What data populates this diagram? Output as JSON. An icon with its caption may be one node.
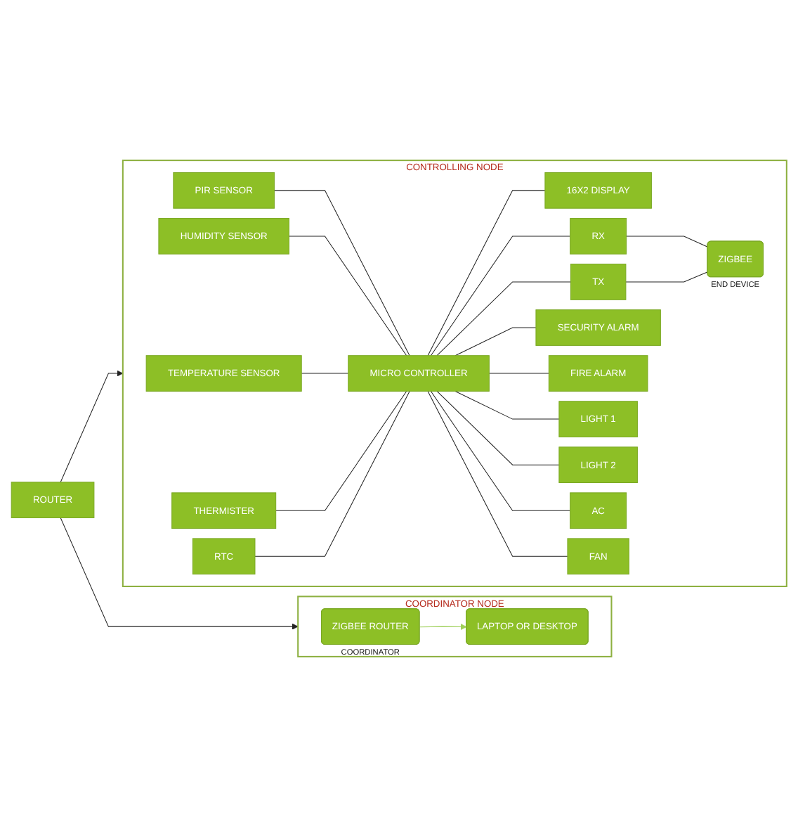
{
  "diagram": {
    "nodes": [
      {
        "text": [
          "CONTROLLING NODE"
        ]
      },
      {
        "text": [
          "PIR SENSOR"
        ],
        "in": 0
      },
      {
        "text": [
          "HUMIDITY SENSOR"
        ],
        "in": 0
      },
      {
        "text": [
          "TEMPERATURE SENSOR"
        ],
        "in": 0
      },
      {
        "text": [
          "THERMISTER"
        ],
        "in": 0
      },
      {
        "text": [
          "RTC"
        ],
        "in": 0
      },
      {
        "text": [
          "MICRO CONTROLLER"
        ],
        "in": 0
      },
      {
        "text": [
          "16X2 DISPLAY"
        ],
        "in": 0
      },
      {
        "text": [
          "RX"
        ],
        "in": 0
      },
      {
        "text": [
          "TX"
        ],
        "in": 0
      },
      {
        "text": [
          "ZIGBEE"
        ],
        "in": 0,
        "beside": [
          "END DEVICE"
        ]
      },
      {
        "text": [
          "SECURITY ALARM"
        ],
        "in": 0
      },
      {
        "text": [
          "FIRE ALARM"
        ],
        "in": 0
      },
      {
        "text": [
          "LIGHT 1"
        ],
        "in": 0
      },
      {
        "text": [
          "LIGHT 2"
        ],
        "in": 0
      },
      {
        "text": [
          "AC"
        ],
        "in": 0
      },
      {
        "text": [
          "FAN"
        ],
        "in": 0
      },
      {
        "text": [
          "COORDINATOR NODE"
        ]
      },
      {
        "text": [
          "LAPTOP OR DESKTOP"
        ],
        "in": 17
      },
      {
        "text": [
          "ZIGBEE ROUTER"
        ],
        "in": 17,
        "beside": [
          "COORDINATOR"
        ]
      },
      {
        "text": [
          "ROUTER"
        ]
      }
    ],
    "edges": [
      {
        "from": 1,
        "to": 6,
        "arrow": "none"
      },
      {
        "from": 2,
        "to": 6,
        "arrow": "none"
      },
      {
        "from": 3,
        "to": 6,
        "arrow": "none"
      },
      {
        "from": 4,
        "to": 6,
        "arrow": "none"
      },
      {
        "from": 5,
        "to": 6,
        "arrow": "none"
      },
      {
        "from": 6,
        "to": 7,
        "arrow": "none"
      },
      {
        "from": 6,
        "to": 8,
        "arrow": "none"
      },
      {
        "from": 6,
        "to": 9,
        "arrow": "none"
      },
      {
        "from": 8,
        "to": 10,
        "arrow": "none"
      },
      {
        "from": 9,
        "to": 10,
        "arrow": "none"
      },
      {
        "from": 6,
        "to": 11,
        "arrow": "none"
      },
      {
        "from": 6,
        "to": 12,
        "arrow": "none"
      },
      {
        "from": 6,
        "to": 13,
        "arrow": "none"
      },
      {
        "from": 6,
        "to": 14,
        "arrow": "none"
      },
      {
        "from": 6,
        "to": 15,
        "arrow": "none"
      },
      {
        "from": 6,
        "to": 16,
        "arrow": "none"
      },
      {
        "from": 19,
        "to": 18,
        "arrow": "to",
        "color": "#9fd05a"
      },
      {
        "from": 20,
        "to": 0,
        "arrow": "to"
      },
      {
        "from": 20,
        "to": 17,
        "arrow": "to"
      }
    ]
  }
}
